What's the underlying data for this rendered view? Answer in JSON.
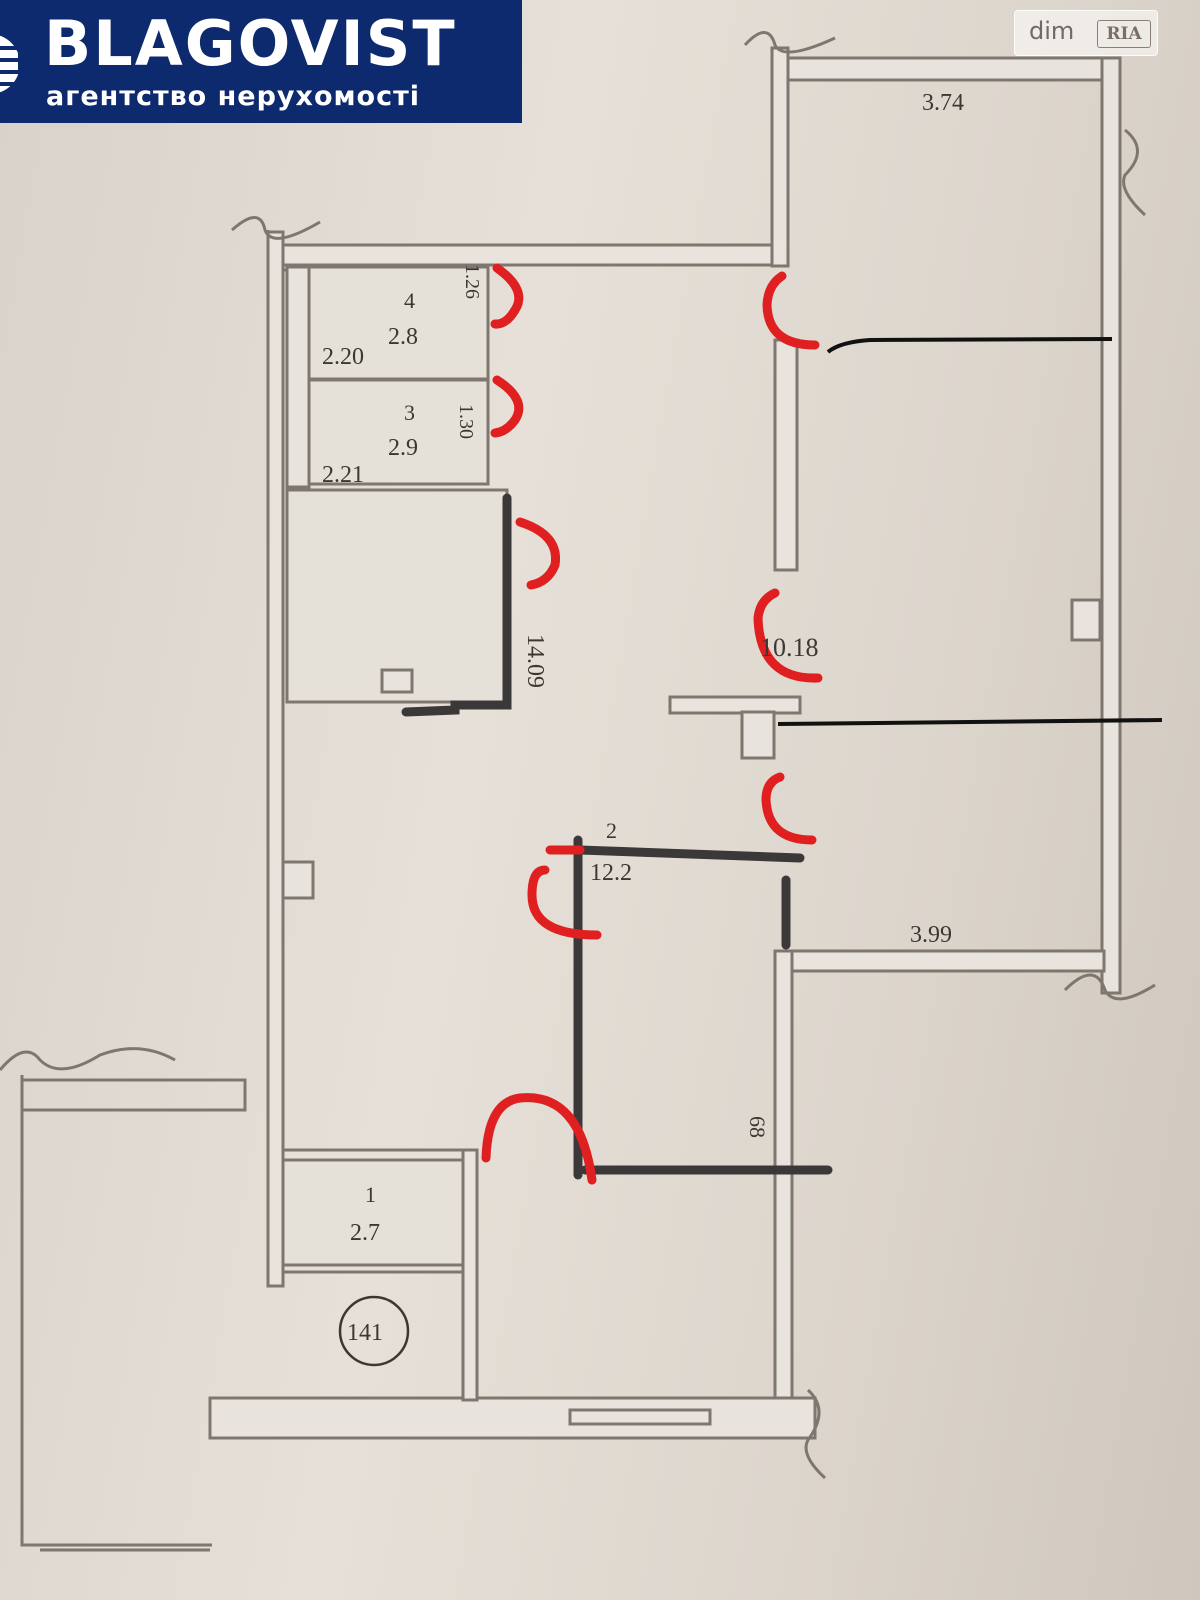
{
  "brand": {
    "name": "BLAGOVIST",
    "subtitle": "агентство нерухомості",
    "color": "#0d2a6e"
  },
  "watermark": {
    "dim": "dim",
    "ria": "RIA"
  },
  "plan": {
    "room_labels": {
      "room_4_number": "4",
      "room_4_area": "2.8",
      "room_4_width": "2.20",
      "room_4_side": "1.26",
      "room_3_number": "3",
      "room_3_area": "2.9",
      "room_3_width": "2.21",
      "room_3_side": "1.30",
      "room_2_number": "2",
      "room_2_area": "12.2",
      "room_1_number": "1",
      "room_1_area": "2.7",
      "apartment_number": "141",
      "top_room_dim": "3.74",
      "right_room_dim": "3.99",
      "center_dim": "10.18",
      "vertical_dim": "14.09",
      "lower_dim": "68"
    },
    "colors": {
      "wall": "#7d7770",
      "wall_fill": "#e8e3dc",
      "new_wall": "#3a3838",
      "red_mark": "#e02020",
      "black_line": "#111111"
    }
  }
}
